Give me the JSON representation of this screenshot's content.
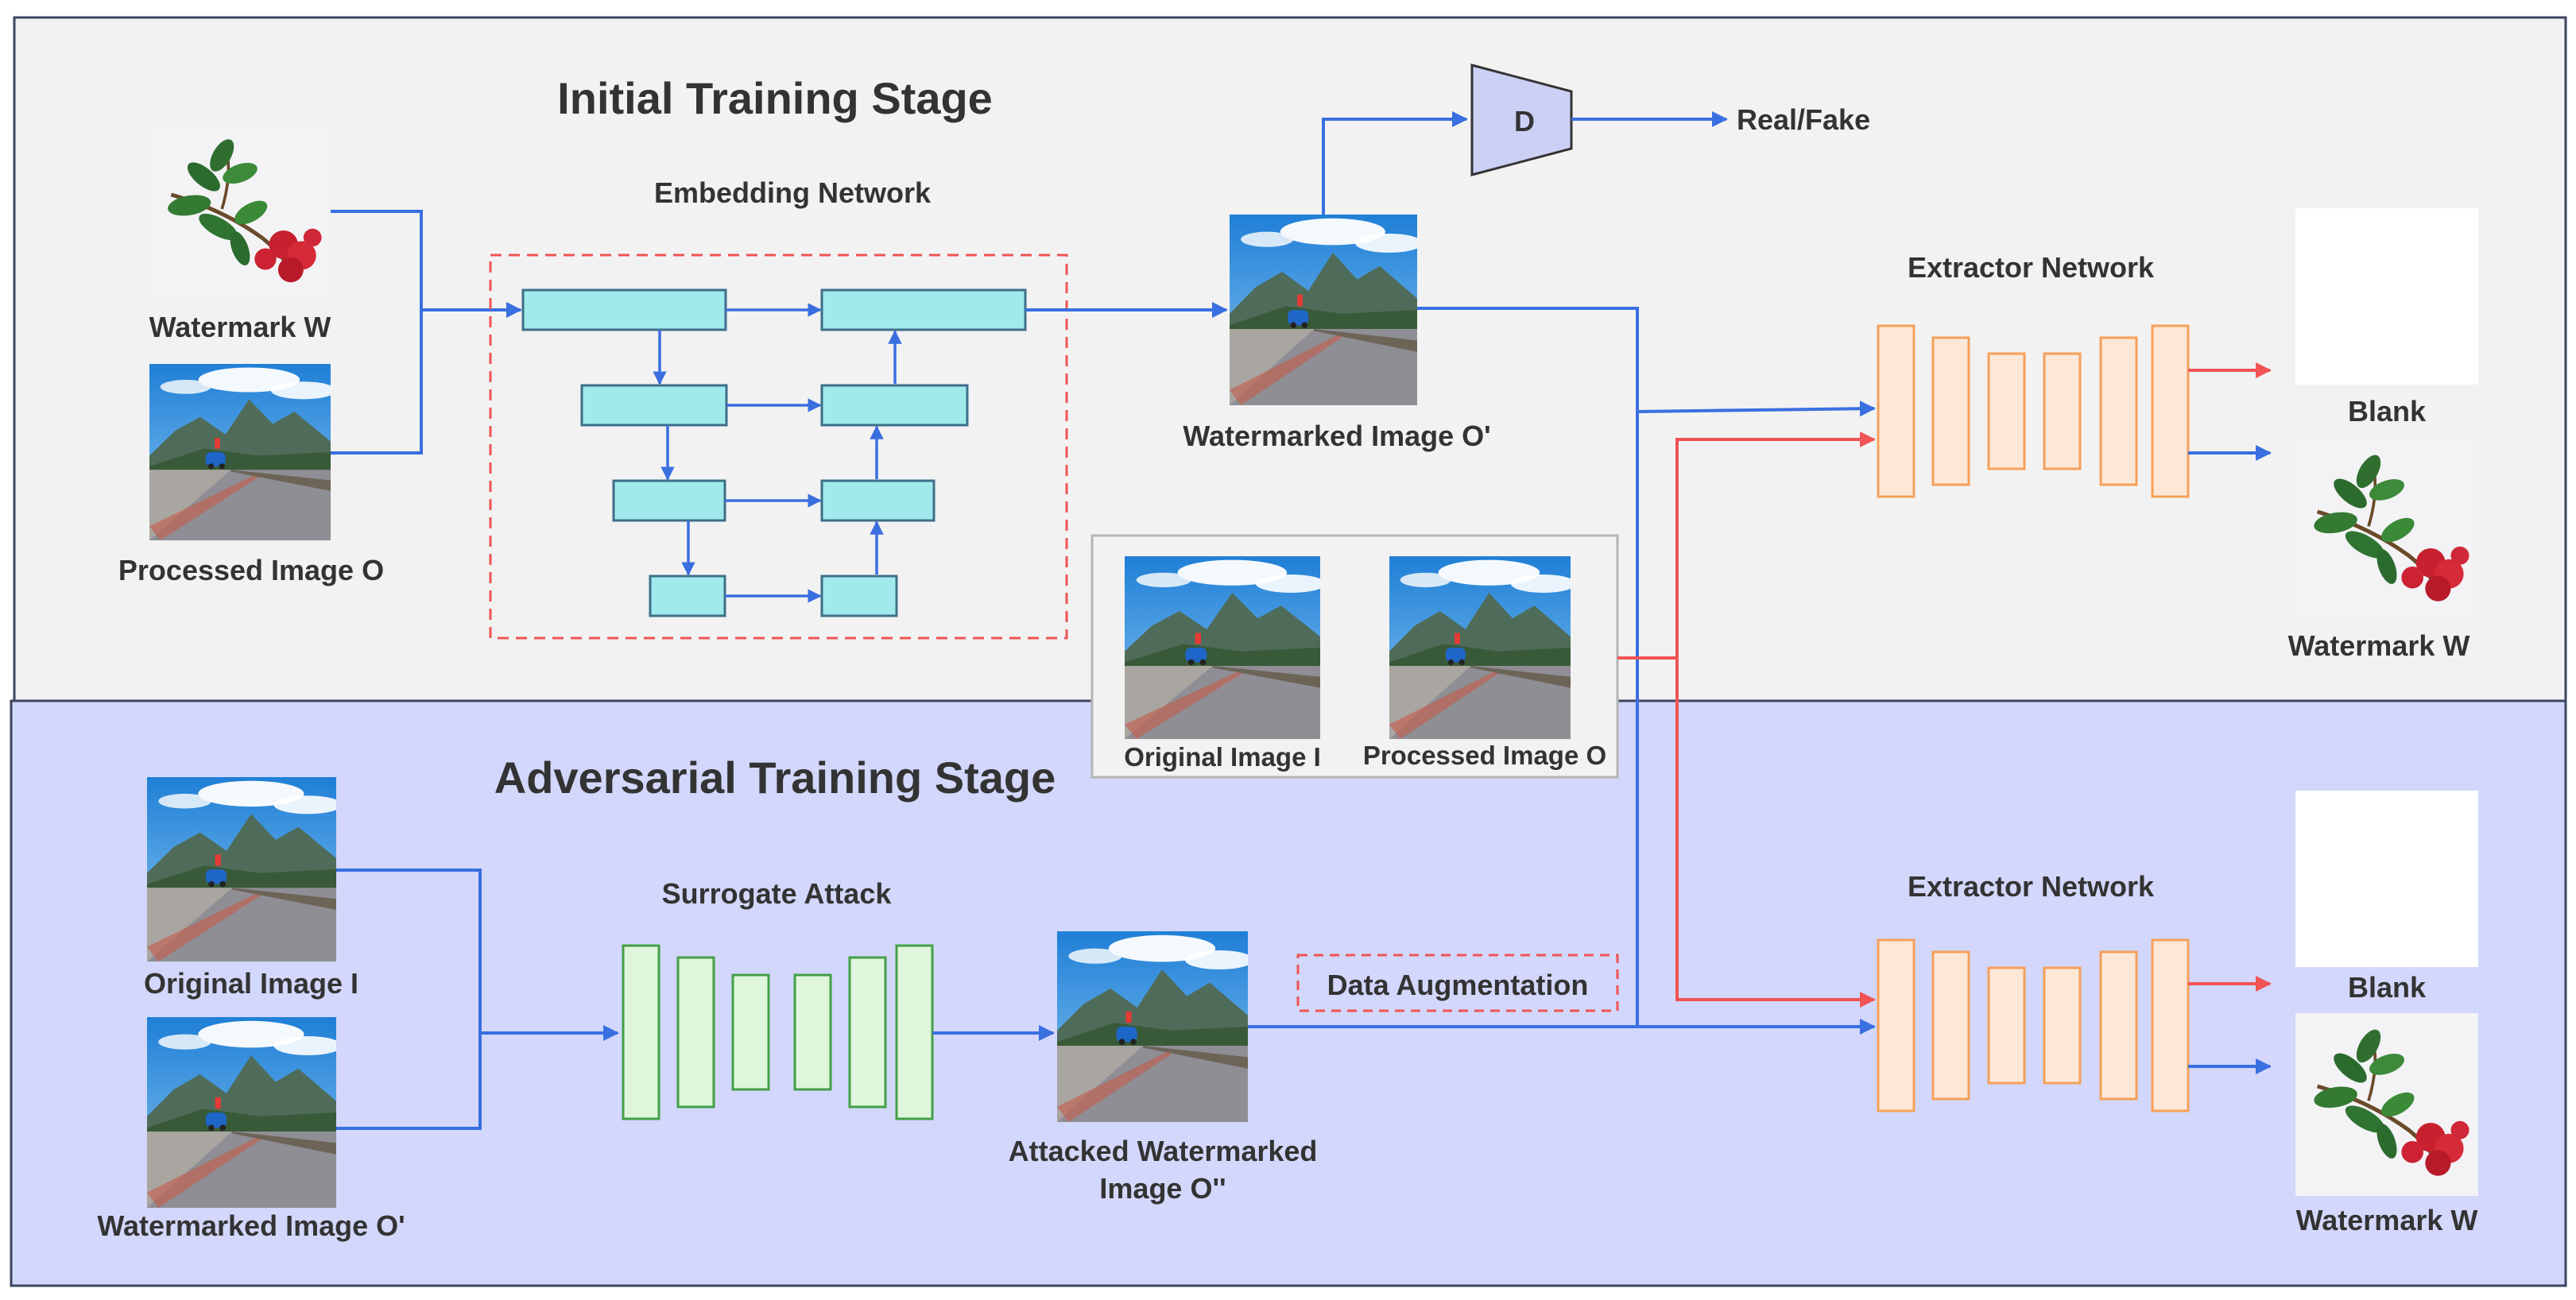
{
  "colors": {
    "initial_bg": "#f2f2f2",
    "adversarial_bg": "#d2d7fb",
    "panel_border": "#3d4660",
    "blue_arrow": "#3a6fe0",
    "red_arrow": "#f05454",
    "embed_block_fill": "#a0eaec",
    "embed_block_stroke": "#3e6f8a",
    "surrogate_fill": "#dff5dc",
    "surrogate_stroke": "#43a047",
    "extractor_fill": "#fde8d8",
    "extractor_stroke": "#f5a05a",
    "discriminator_fill": "#cdd0f5",
    "dashed_red": "#f05454"
  },
  "icons": {
    "watermark": "flower-branch-image",
    "scene": "road-scene-image",
    "blank": "blank-white-image"
  },
  "stages": {
    "initial": {
      "title": "Initial Training Stage"
    },
    "adversarial": {
      "title": "Adversarial Training Stage"
    }
  },
  "labels": {
    "embedding_network": "Embedding Network",
    "watermark_w": "Watermark W",
    "processed_image_o": "Processed Image O",
    "watermarked_image_o": "Watermarked Image O'",
    "discriminator": "D",
    "real_fake": "Real/Fake",
    "extractor_network": "Extractor Network",
    "blank": "Blank",
    "original_image_i": "Original Image I",
    "surrogate_attack": "Surrogate Attack",
    "attacked_line1": "Attacked Watermarked",
    "attacked_line2": "Image O''",
    "data_augmentation": "Data Augmentation"
  }
}
